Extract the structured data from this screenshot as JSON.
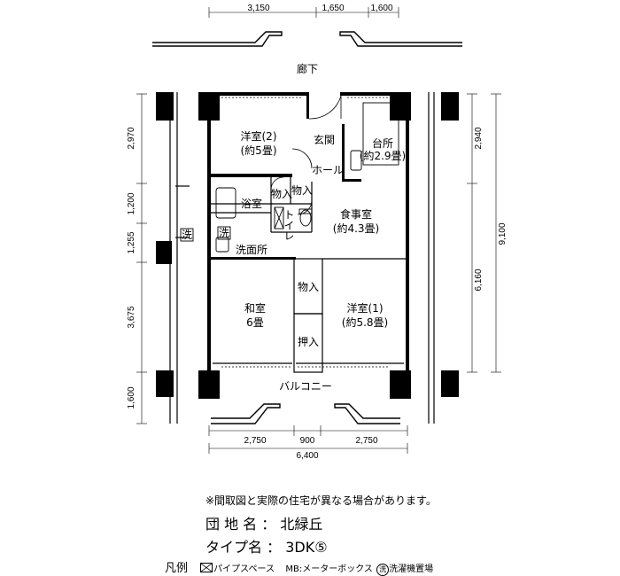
{
  "dims": {
    "top": [
      "3,150",
      "1,650",
      "1,600"
    ],
    "bottom": [
      "2,750",
      "900",
      "2,750"
    ],
    "bottom_total": "6,400",
    "left": [
      "2,970",
      "1,200",
      "1,255",
      "3,675",
      "1,600"
    ],
    "right": [
      "2,940",
      "6,160"
    ],
    "right_total": "9,100"
  },
  "rooms": {
    "corridor": "廊下",
    "western2": "洋室(2)",
    "western2_size": "(約5畳)",
    "entrance": "玄関",
    "kitchen": "台所",
    "kitchen_size": "(約2.9畳)",
    "hall": "ホール",
    "storage1": "物入",
    "storage2": "物入",
    "bath": "浴室",
    "toilet": "トイレ",
    "dining": "食事室",
    "dining_size": "(約4.3畳)",
    "washroom": "洗面所",
    "storage3": "物入",
    "japanese": "和室",
    "japanese_size": "6畳",
    "western1": "洋室(1)",
    "western1_size": "(約5.8畳)",
    "closet": "押入",
    "balcony": "バルコニー",
    "washer_mark": "洗"
  },
  "note": "※間取図と実際の住宅が異なる場合があります。",
  "info": {
    "estate_label": "団 地 名",
    "estate_value": "北緑丘",
    "type_label": "タイプ名",
    "type_value": "3DK⑤"
  },
  "legend": {
    "title": "凡例",
    "pipe_space": "パイプスペース",
    "mb": "MB:メーターボックス",
    "washer_icon": "洗",
    "washer": "洗濯機置場"
  }
}
